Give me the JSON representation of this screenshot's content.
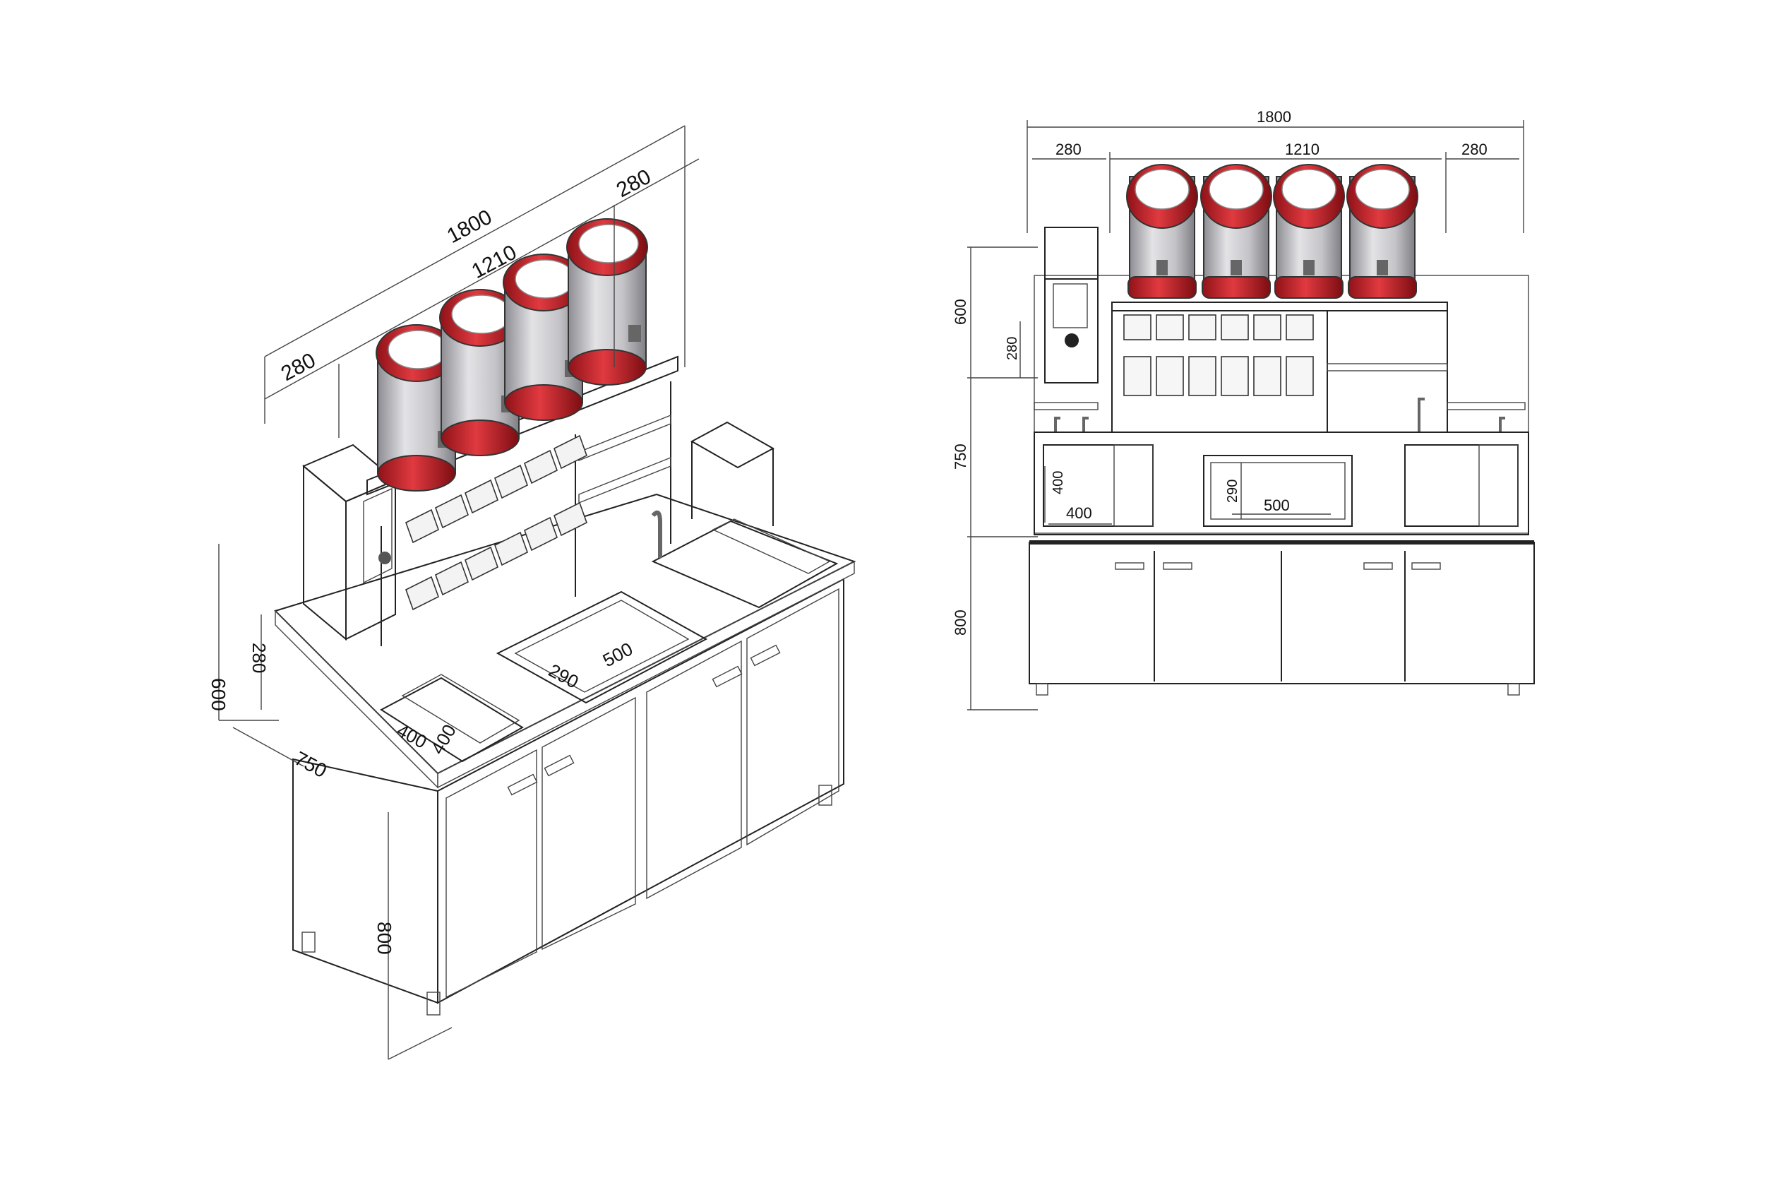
{
  "iso": {
    "overall_width": "1800",
    "shelf_width": "1210",
    "left_side": "280",
    "right_side": "280",
    "upper_height": "600",
    "dispenser_height": "280",
    "depth": "750",
    "counter_height": "800",
    "sink_left_a": "400",
    "sink_left_b": "400",
    "sink_mid_a": "290",
    "sink_mid_b": "500"
  },
  "front": {
    "overall_width": "1800",
    "left_side": "280",
    "shelf_width": "1210",
    "right_side": "280",
    "upper_height": "600",
    "dispenser_height": "280",
    "middle_height": "750",
    "counter_height": "800",
    "sink_left_h": "400",
    "sink_left_w": "400",
    "sink_mid_h": "290",
    "sink_mid_w": "500"
  },
  "colors": {
    "cabinet_iso": "#e6cfe6",
    "cabinet_front": "#8e8e94",
    "tank_red": "#c8202a",
    "tank_body": "#b8b8bd",
    "counter_top": "#f4eef4",
    "sink_inner": "#d9bfd9"
  }
}
